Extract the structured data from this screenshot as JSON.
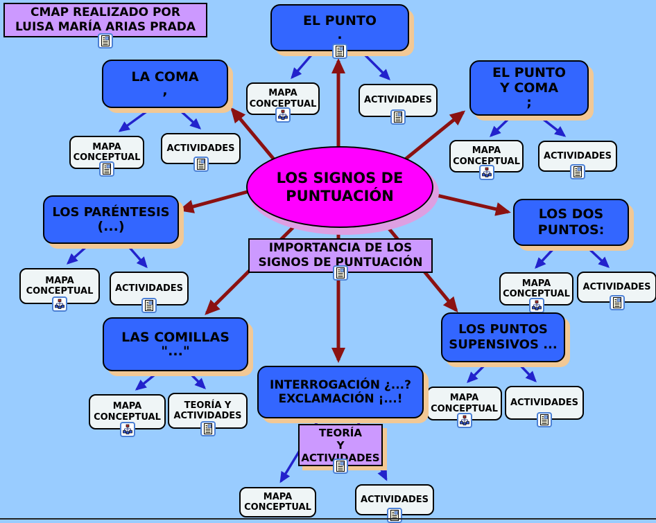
{
  "colors": {
    "background": "#99CCFF",
    "topic_blue": "#3366FF",
    "center_magenta": "#FF00FF",
    "purple_box": "#CC99FF",
    "leaf_box": "#EFF5F6",
    "spoke_red": "#8B1111",
    "arrow_blue": "#2222CC",
    "shadow_tan": "#F2C895"
  },
  "author_box": {
    "line1": "CMAP REALIZADO POR",
    "line2": "LUISA MARÍA ARIAS PRADA"
  },
  "center_node": {
    "line1": "LOS SIGNOS DE",
    "line2": "PUNTUACIÓN"
  },
  "linking": {
    "importancia": {
      "line1": "IMPORTANCIA DE LOS",
      "line2": "SIGNOS DE PUNTUACIÓN"
    },
    "teoria": {
      "line1": "TEORÍA",
      "line2": "Y",
      "line3": "ACTIVIDADES"
    }
  },
  "topics": {
    "el_punto": {
      "line1": "EL PUNTO",
      "symbol": "."
    },
    "la_coma": {
      "line1": "LA COMA",
      "symbol": ","
    },
    "punto_y_coma": {
      "line1": "EL PUNTO",
      "line2": "Y COMA",
      "symbol": ";"
    },
    "parentesis": {
      "line1": "LOS PARÉNTESIS",
      "symbol": "(...)"
    },
    "dos_puntos": {
      "line1": "LOS DOS",
      "line2": "PUNTOS:"
    },
    "comillas": {
      "line1": "LAS COMILLAS",
      "symbol": "\"...\""
    },
    "puntos_suspensivos": {
      "line1": "LOS PUNTOS",
      "line2": "SUPENSIVOS ..."
    },
    "interrogacion": {
      "line1": "INTERROGACIÓN ¿...?",
      "line2": "EXCLAMACIÓN ¡...!"
    }
  },
  "leaf_labels": {
    "mapa_line1": "MAPA",
    "mapa_line2": "CONCEPTUAL",
    "actividades": "ACTIVIDADES",
    "teoria_line1": "TEORÍA Y",
    "teoria_line2": "ACTIVIDADES"
  },
  "icons": {
    "document": "document-resource-icon",
    "cmap": "concept-map-resource-icon"
  }
}
